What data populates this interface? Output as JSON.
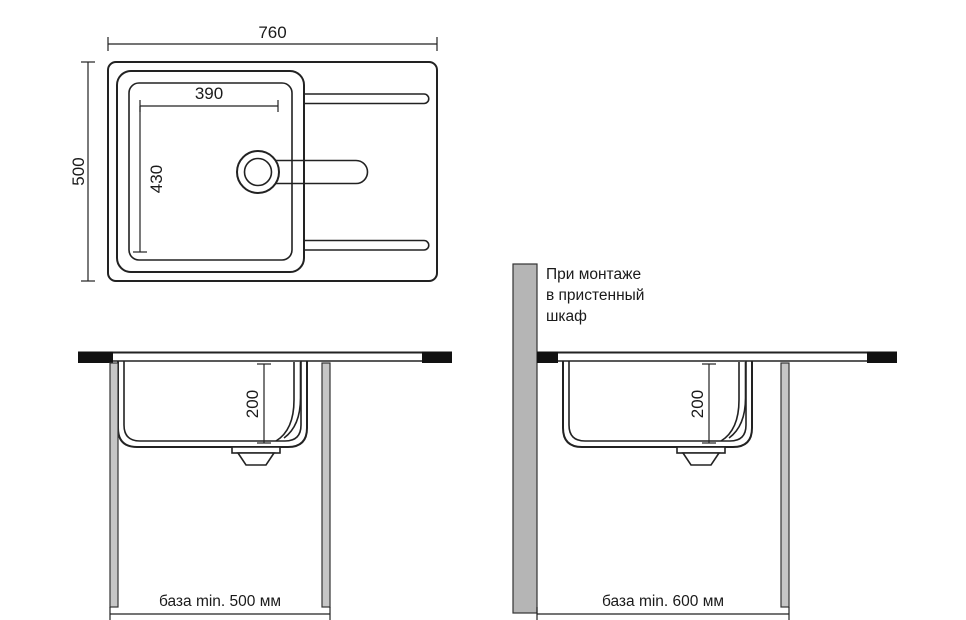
{
  "colors": {
    "line": "#222222",
    "text": "#1a1a1a",
    "countertop_black": "#111111",
    "cabinet_gray": "#c6c6c6",
    "wall_gray": "#b5b5b5"
  },
  "top_view": {
    "overall_width_mm": "760",
    "overall_depth_mm": "500",
    "bowl_width_mm": "390",
    "bowl_depth_mm": "430"
  },
  "front_section": {
    "bowl_depth_mm": "200",
    "base_note": "база min. 500 мм"
  },
  "wall_section": {
    "bowl_depth_mm": "200",
    "base_note": "база min. 600 мм",
    "wall_note": [
      "При монтаже",
      "в пристенный",
      "шкаф"
    ]
  }
}
